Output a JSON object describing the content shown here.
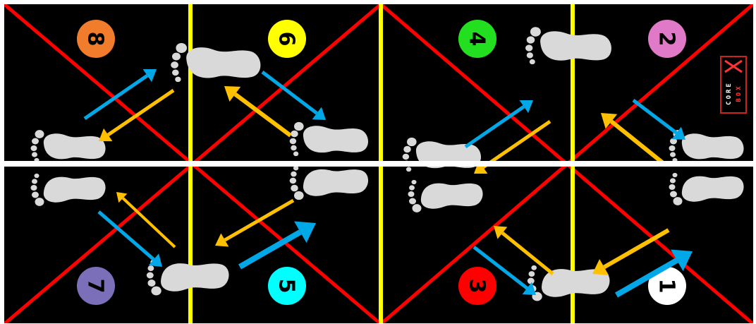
{
  "colors": {
    "background": "#000000",
    "diagonal_line": "#ff0000",
    "vertical_line": "#ffff00",
    "center_line": "#ffffff",
    "footprint": "#d9d9d9",
    "arrow_blue": "#00a8e8",
    "arrow_orange": "#ffc000"
  },
  "circles": [
    {
      "number": "8",
      "color": "#f07c2c",
      "text_color": "#000000"
    },
    {
      "number": "6",
      "color": "#ffff00",
      "text_color": "#000000"
    },
    {
      "number": "4",
      "color": "#22e01f",
      "text_color": "#000000"
    },
    {
      "number": "2",
      "color": "#e07ac8",
      "text_color": "#000000"
    },
    {
      "number": "7",
      "color": "#7a6fb8",
      "text_color": "#000000"
    },
    {
      "number": "5",
      "color": "#00ffff",
      "text_color": "#000000"
    },
    {
      "number": "3",
      "color": "#ff0000",
      "text_color": "#000000"
    },
    {
      "number": "1",
      "color": "#ffffff",
      "text_color": "#000000"
    }
  ],
  "logo": {
    "top_text": "CORE",
    "bottom_text": "BOX"
  }
}
